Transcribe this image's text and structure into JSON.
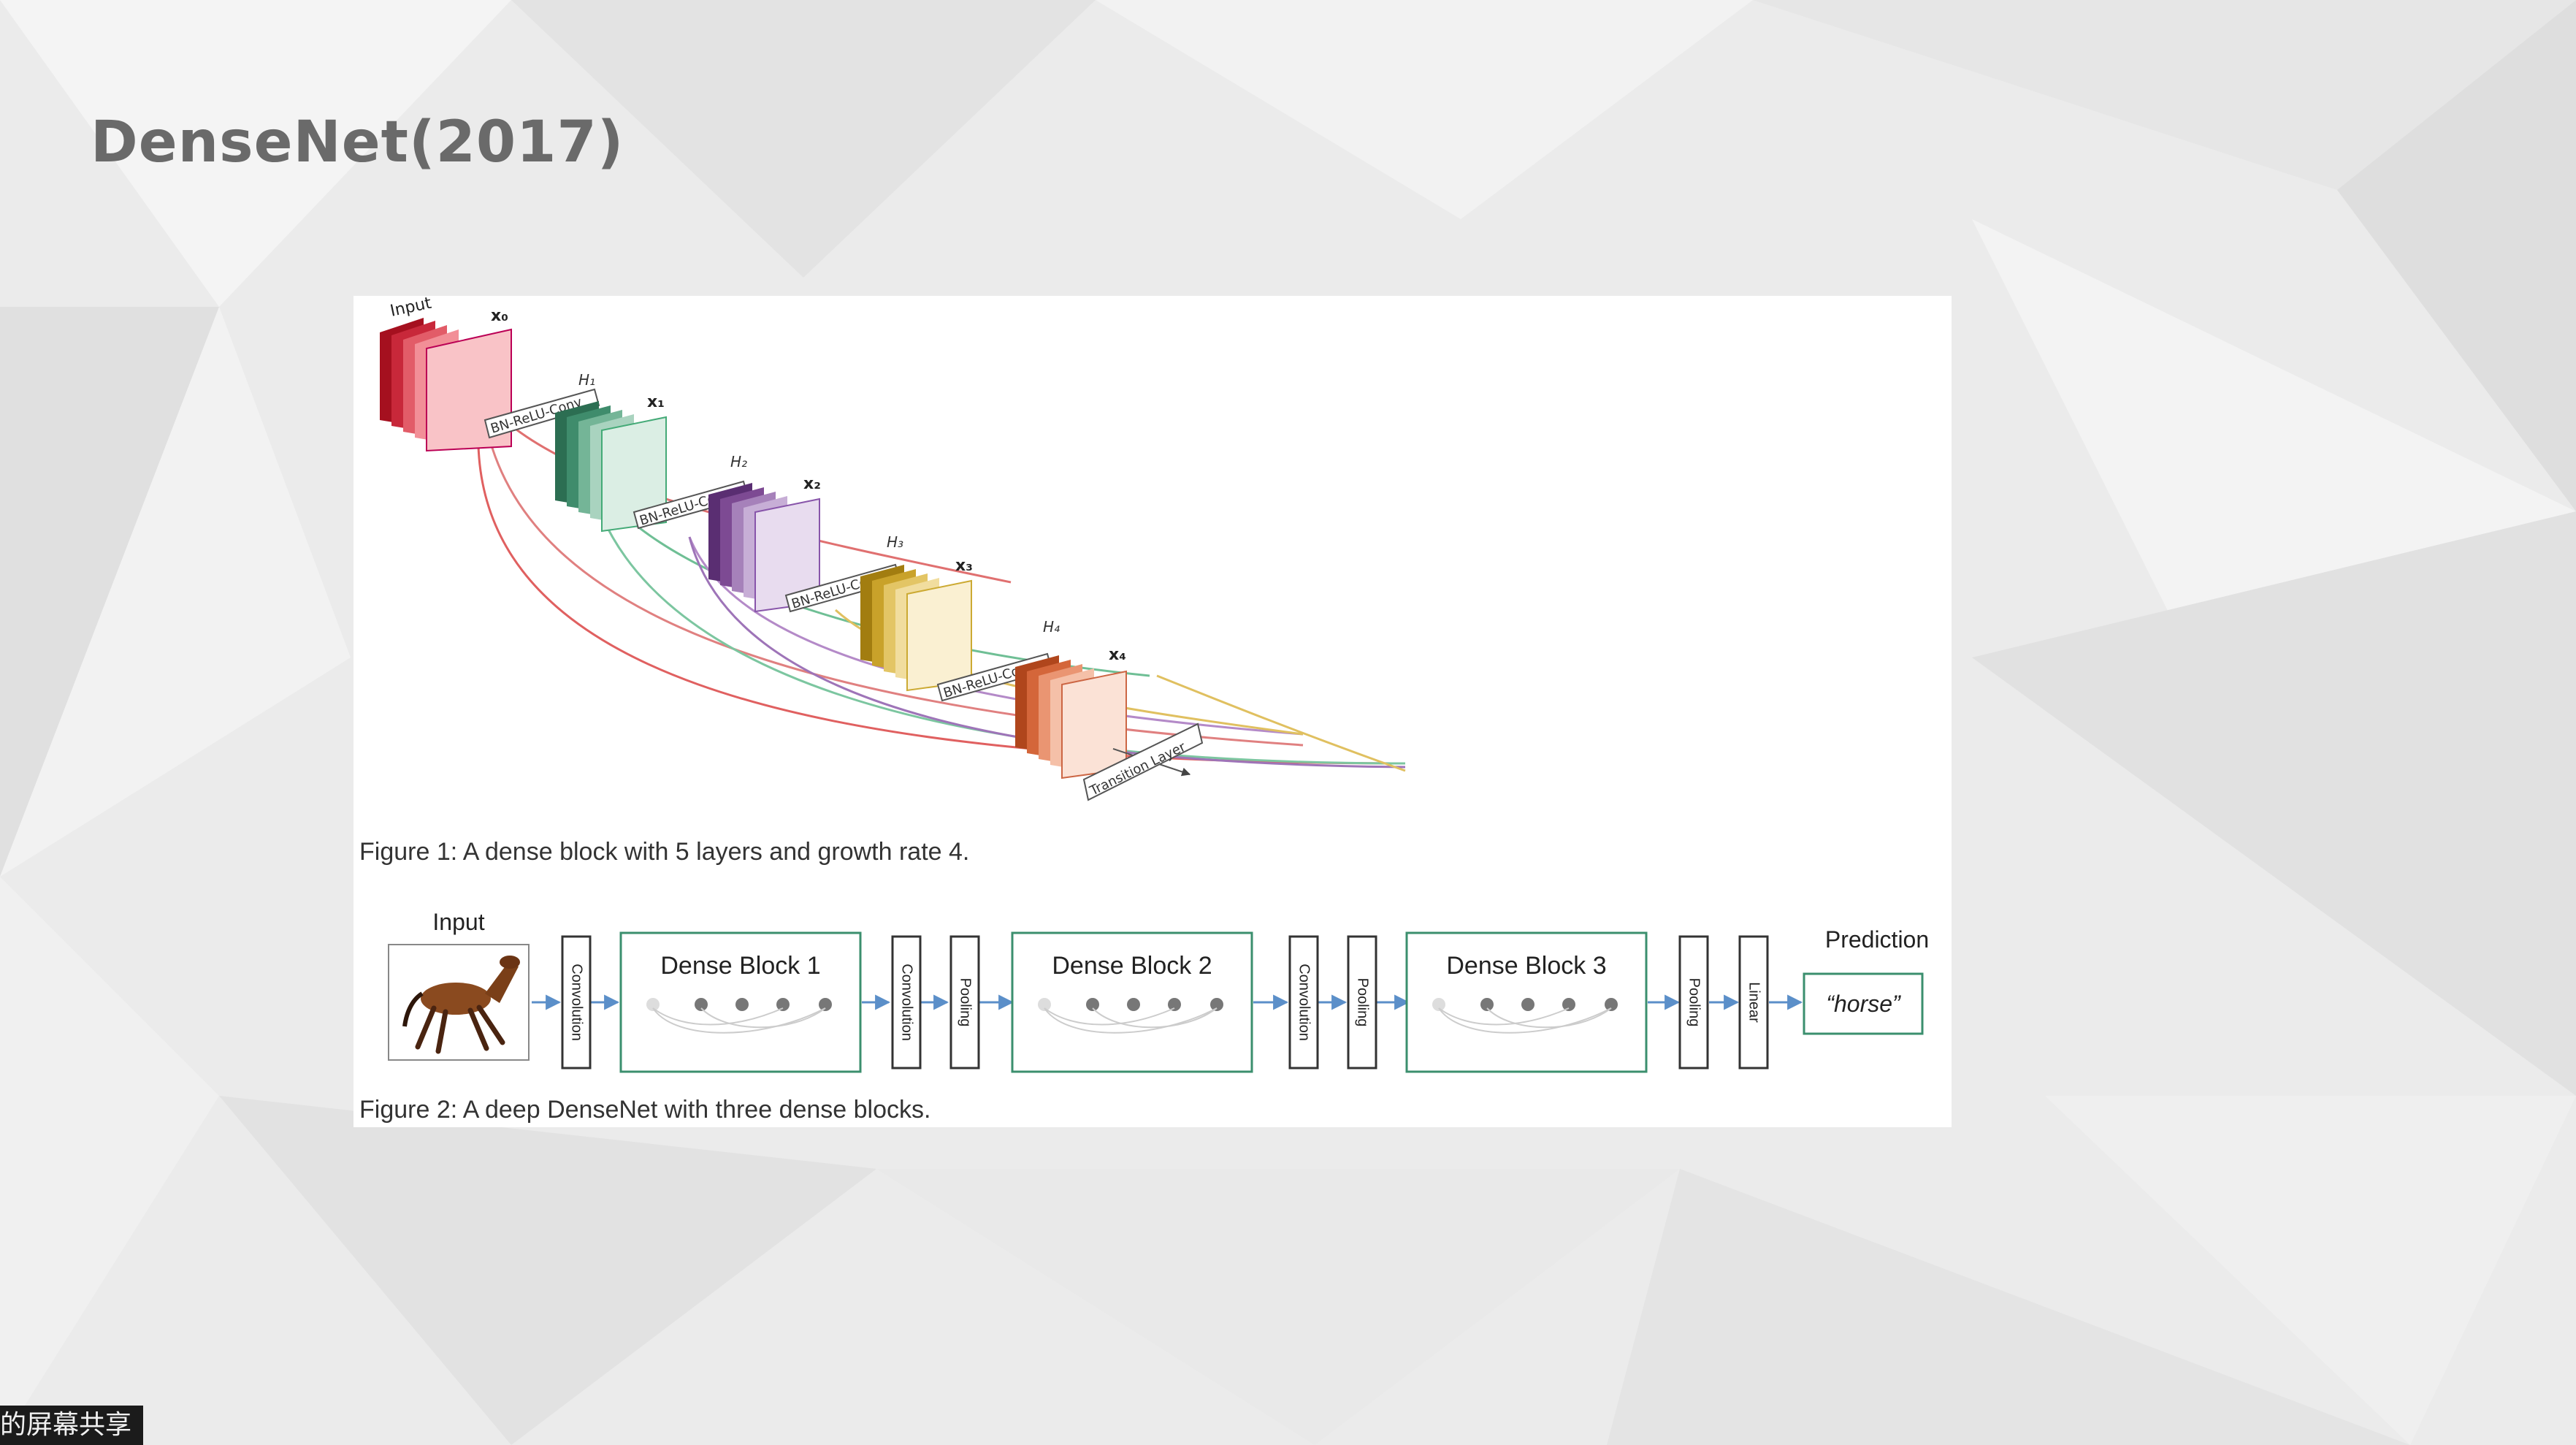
{
  "slide": {
    "title": "DenseNet(2017)"
  },
  "figure1": {
    "caption": "Figure 1: A dense block with 5 layers and growth rate 4.",
    "input_label": "Input",
    "feature_labels": [
      "x₀",
      "x₁",
      "x₂",
      "x₃",
      "x₄"
    ],
    "layer_labels": [
      "H₁",
      "H₂",
      "H₃",
      "H₄"
    ],
    "op_label": "BN-ReLU-Conv",
    "transition_label": "Transition Layer",
    "colors": {
      "x0": "#c8283a",
      "x1": "#3f8c6c",
      "x2": "#7d4a93",
      "x3": "#c9a22a",
      "x4": "#d4663a"
    }
  },
  "figure2": {
    "caption": "Figure 2: A deep DenseNet with three dense blocks.",
    "input_label": "Input",
    "prediction_label": "Prediction",
    "prediction_value": "“horse”",
    "dense_blocks": [
      "Dense Block 1",
      "Dense Block 2",
      "Dense Block 3"
    ],
    "layers": [
      "Convolution",
      "Convolution",
      "Pooling",
      "Convolution",
      "Pooling",
      "Pooling",
      "Linear"
    ],
    "block_color": "#3b8f6e"
  },
  "overlay": {
    "screen_share_label": "的屏幕共享"
  }
}
